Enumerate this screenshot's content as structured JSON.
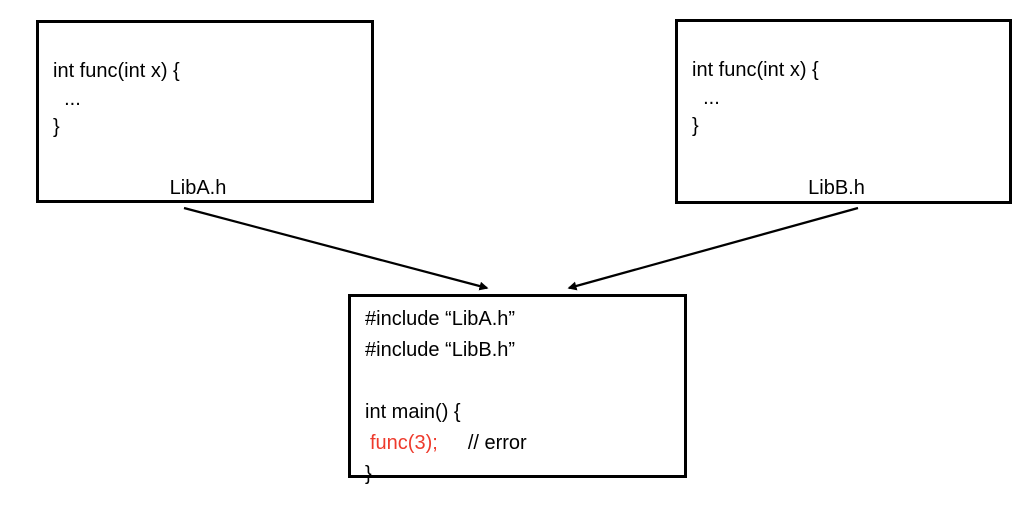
{
  "diagram": {
    "libA": {
      "label": "LibA.h",
      "code": [
        "int func(int x) {",
        "  ...",
        "}"
      ]
    },
    "libB": {
      "label": "LibB.h",
      "code": [
        "int func(int x) {",
        "  ...",
        "}"
      ]
    },
    "main": {
      "include_a": "#include “LibA.h”",
      "include_b": "#include “LibB.h”",
      "main_open": "int main() {",
      "error_call": "func(3);",
      "error_comment": "// error",
      "close_brace": "}"
    },
    "colors": {
      "error_red": "#EE3A2C",
      "line_black": "#000000"
    }
  }
}
